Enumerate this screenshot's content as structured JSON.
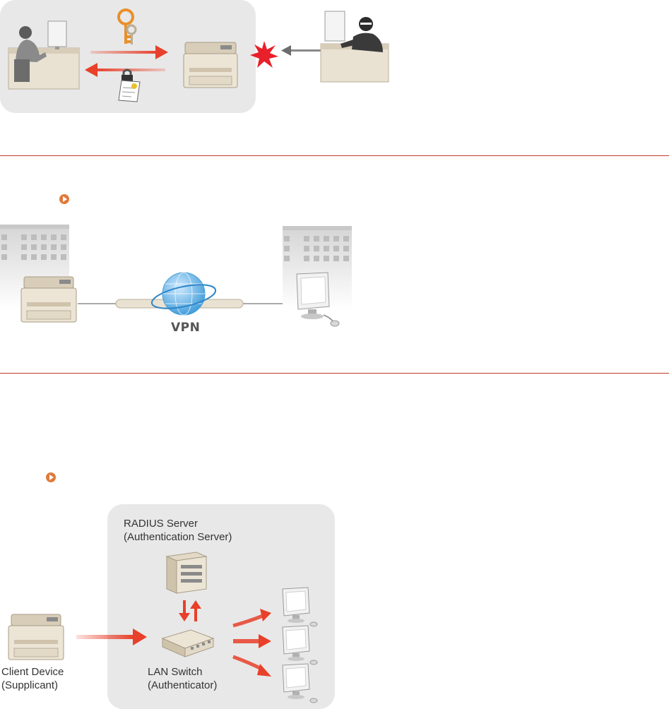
{
  "diagram_ssl": {
    "accent": "#e8402a"
  },
  "diagram_vpn": {
    "vpn_label": "VPN"
  },
  "diagram_8021x": {
    "server_label_1": "RADIUS Server",
    "server_label_2": "(Authentication Server)",
    "switch_label_1": "LAN Switch",
    "switch_label_2": "(Authenticator)",
    "client_label_1": "Client Device",
    "client_label_2": "(Supplicant)"
  }
}
